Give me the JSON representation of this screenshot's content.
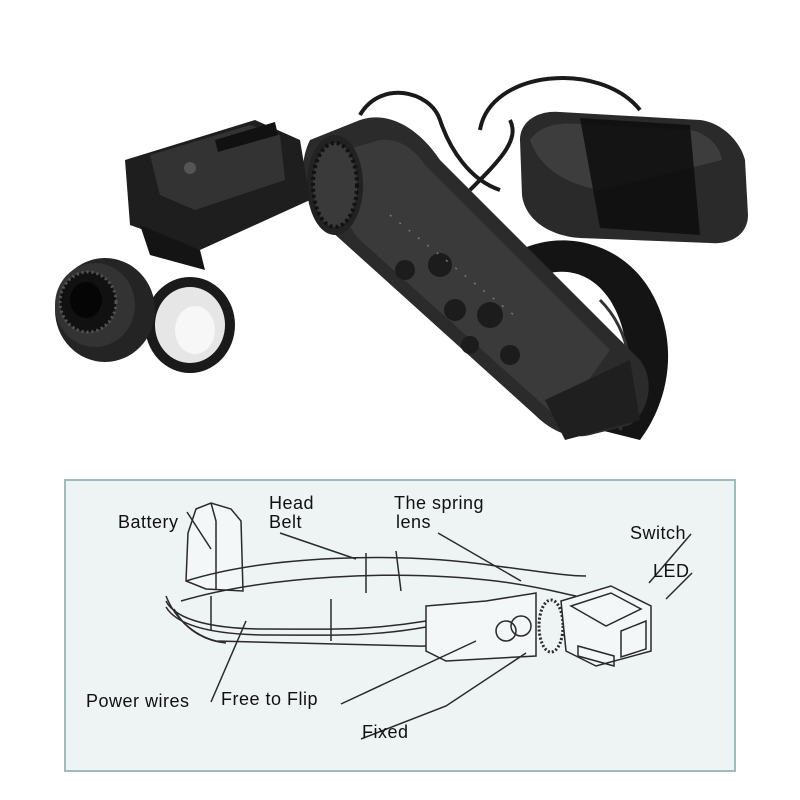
{
  "photo": {
    "subject": "head-mounted-magnifier-with-led-light"
  },
  "diagram": {
    "labels": {
      "battery": "Battery",
      "head_belt_line1": "Head",
      "head_belt_line2": "Belt",
      "spring_lens_line1": "The  spring",
      "spring_lens_line2": "lens",
      "switch": "Switch",
      "led": "LED",
      "power_wires": "Power  wires",
      "free_to_flip": "Free  to  Flip",
      "fixed": "Fixed"
    }
  }
}
